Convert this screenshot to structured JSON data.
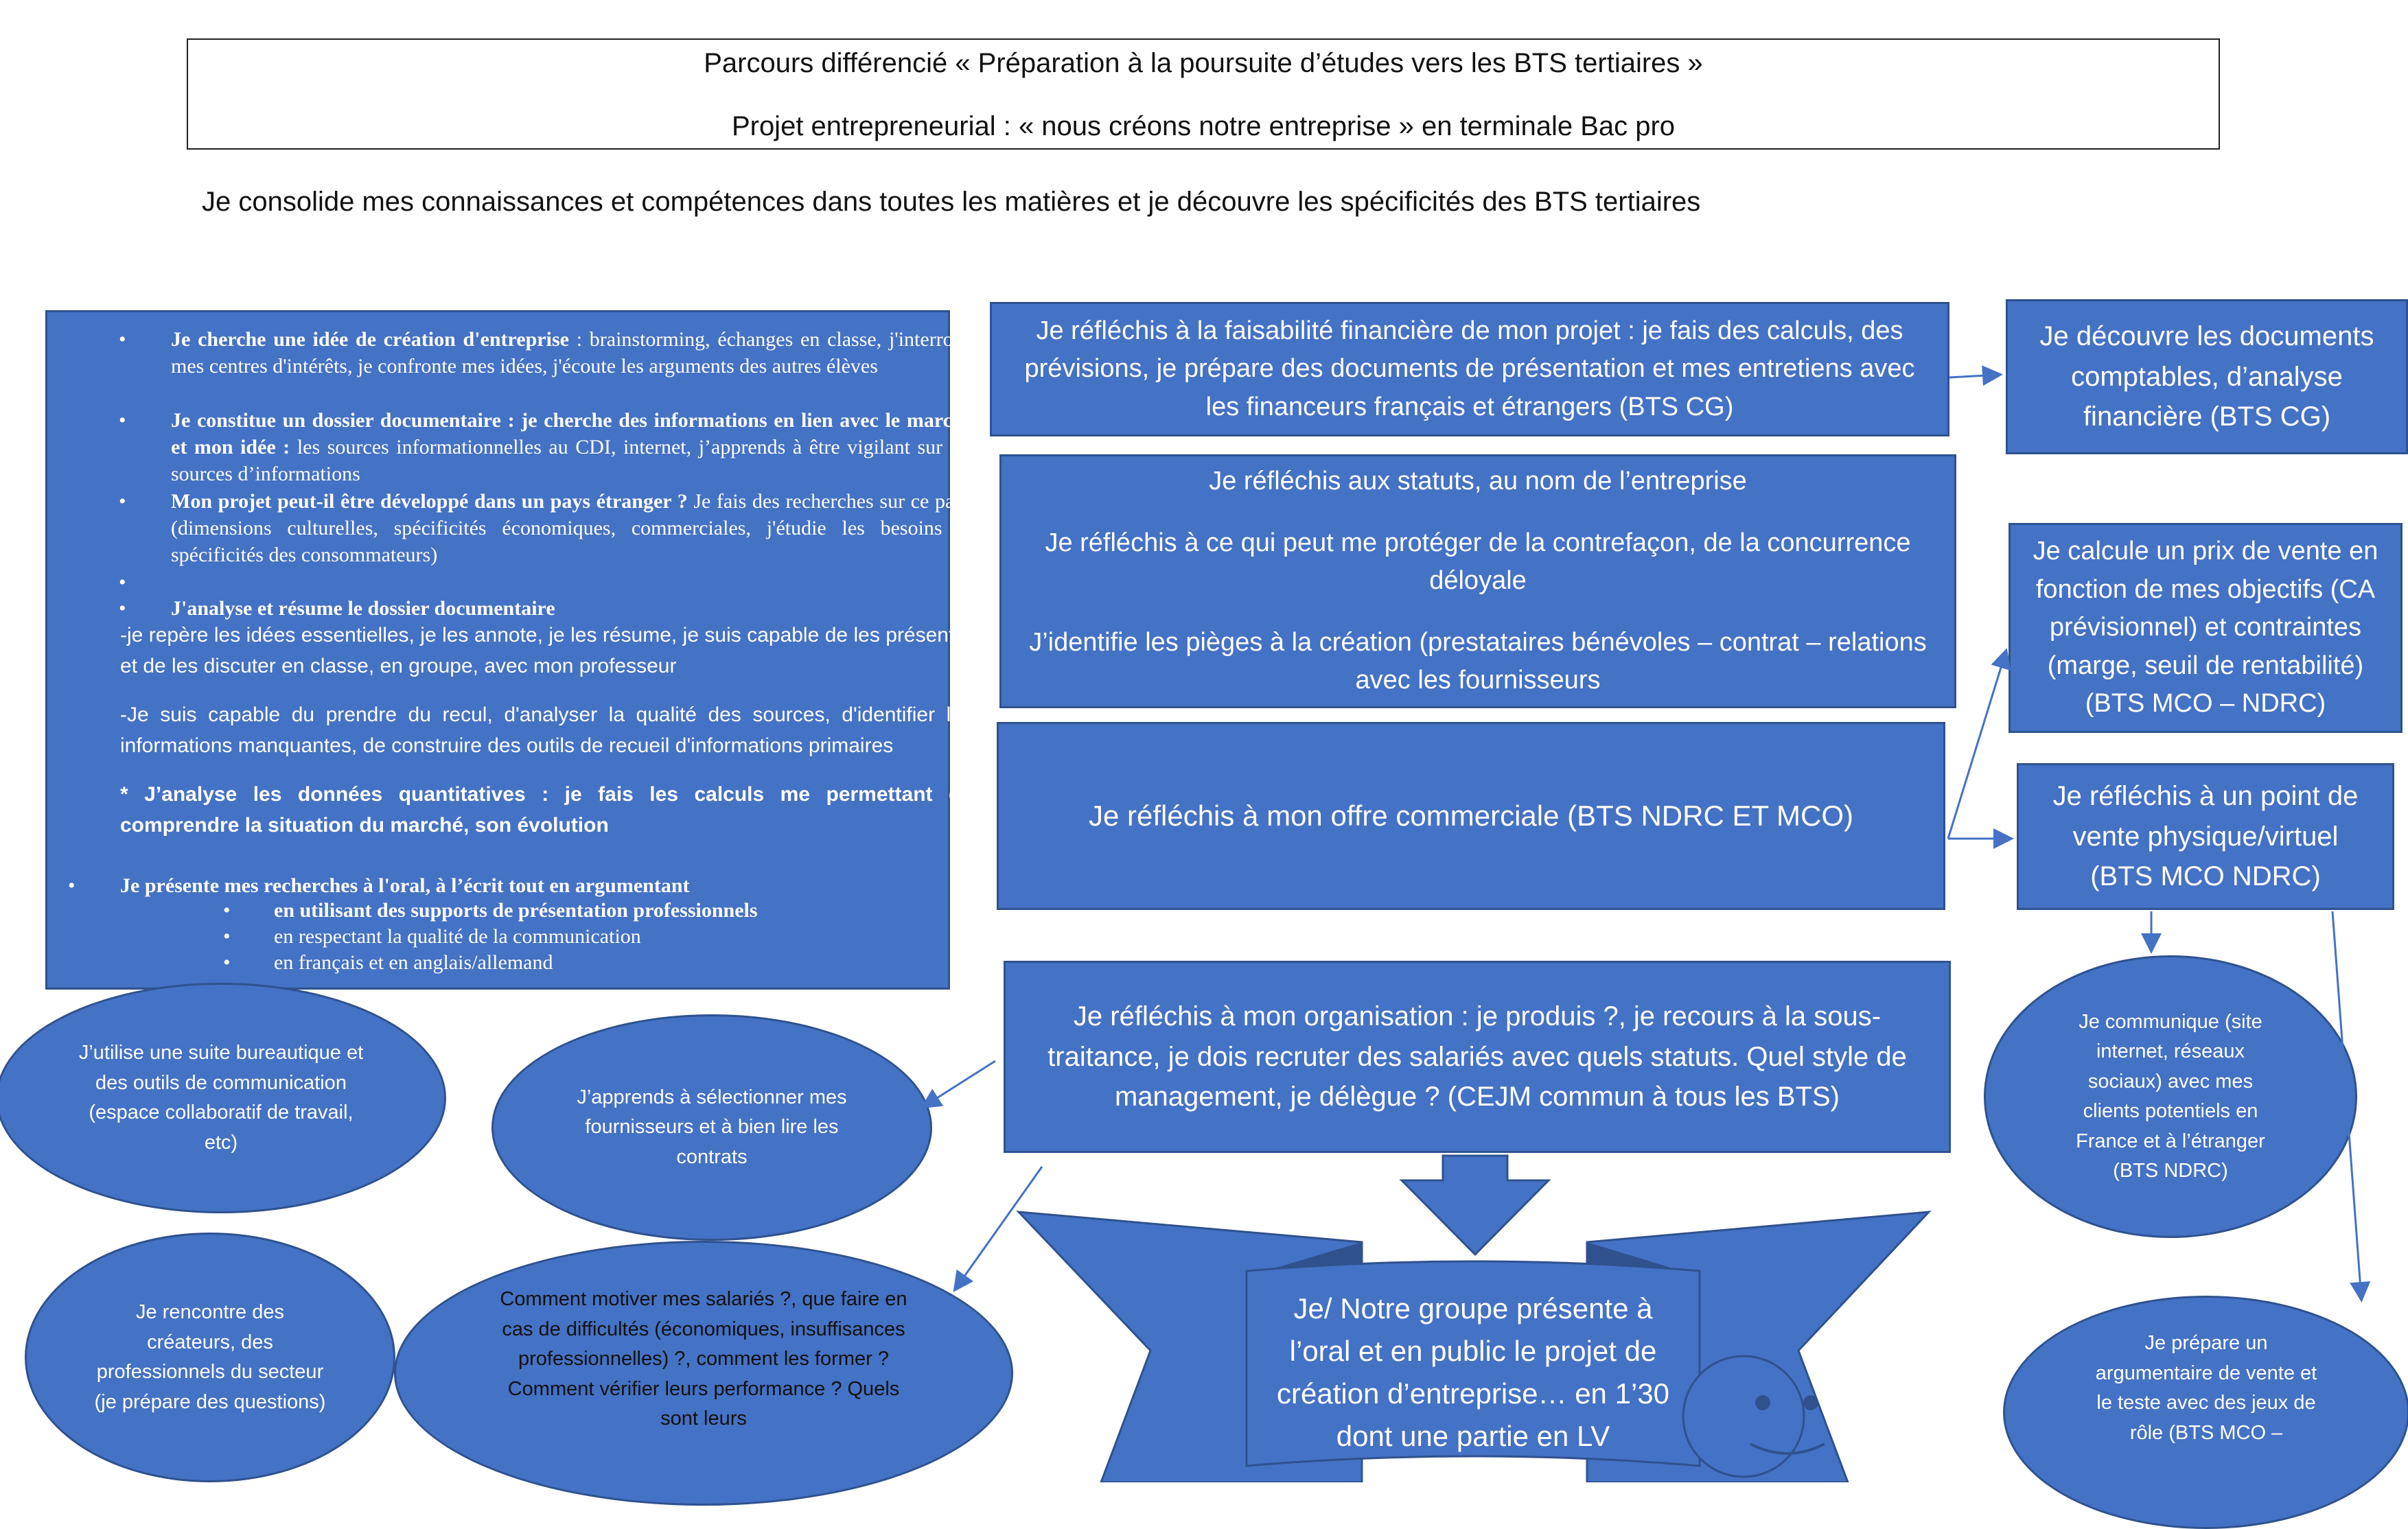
{
  "header": {
    "line1": "Parcours différencié « Préparation à la poursuite d’études vers les BTS tertiaires »",
    "line2": "Projet entrepreneurial : « nous créons notre entreprise » en terminale Bac pro"
  },
  "subtitle": "Je consolide mes connaissances et compétences dans toutes les matières et je découvre les spécificités des BTS tertiaires",
  "research": {
    "item1_bold": "Je cherche une idée de création d'entreprise",
    "item1_text": " : brainstorming, échanges en classe, j'interroge mes centres d'intérêts, je confronte mes idées, j'écoute les arguments des autres élèves",
    "item2_bold": "Je constitue un dossier documentaire : je cherche des informations en lien avec le marché et mon idée :",
    "item2_text": " les sources informationnelles au CDI, internet, j’apprends à être vigilant sur les sources d’informations",
    "item3_bold": "Mon projet peut-il être développé dans un pays étranger ?",
    "item3_text": " Je fais des recherches sur ce pays (dimensions culturelles, spécificités économiques, commerciales, j'étudie les besoins et spécificités des consommateurs)",
    "item5_bold": "J'analyse et résume le dossier documentaire",
    "para1": "-je repère les idées essentielles, je les annote, je les résume, je suis capable de les présenter et de les discuter en classe, en groupe, avec mon professeur",
    "para2": "-Je suis capable du prendre du recul, d'analyser la qualité des sources, d'identifier les informations manquantes, de construire des outils de recueil d'informations primaires",
    "para3": "* J’analyse les données quantitatives : je fais les calculs me permettant de comprendre la situation du marché, son évolution",
    "present": "Je présente mes recherches à l'oral, à l’écrit tout en argumentant",
    "sub1": "en utilisant des supports de présentation professionnels",
    "sub2": "en respectant la qualité de la communication",
    "sub3": "en français et en anglais/allemand",
    "bullet": "•"
  },
  "boxes": {
    "finance": "Je réfléchis à la faisabilité financière de mon projet : je fais des calculs, des prévisions, je prépare des documents de présentation et mes entretiens avec les financeurs français et étrangers (BTS CG)",
    "docs": "Je découvre les documents comptables, d’analyse financière (BTS CG)",
    "statuts1": "Je réfléchis aux statuts, au nom de l’entreprise",
    "statuts2": "Je réfléchis à ce qui peut me protéger de la contrefaçon, de la concurrence déloyale",
    "statuts3": "J’identifie les pièges à la création (prestataires bénévoles – contrat – relations avec les fournisseurs",
    "prix": "Je calcule un prix de vente en fonction de mes objectifs (CA prévisionnel) et contraintes (marge, seuil de rentabilité) (BTS MCO – NDRC)",
    "offre": "Je réfléchis à mon offre commerciale (BTS NDRC ET MCO)",
    "point": "Je réfléchis à un point de vente physique/virtuel (BTS MCO NDRC)",
    "orga": "Je réfléchis à mon organisation : je produis ?, je recours à la sous-traitance, je dois recruter des salariés avec quels statuts. Quel style de management, je délègue ? (CEJM commun à tous les BTS)"
  },
  "ellipses": {
    "suite": "J’utilise une suite bureautique et des outils de communication (espace collaboratif de travail, etc)",
    "fournisseurs": "J’apprends à sélectionner mes fournisseurs et à  bien lire les contrats",
    "rencontre": "Je rencontre des créateurs, des professionnels du secteur (je prépare des questions)",
    "motiver": "Comment motiver mes salariés ?, que faire en cas de difficultés (économiques, insuffisances professionnelles) ?, comment les former ?  Comment vérifier leurs performance ? Quels sont leurs",
    "communique": "Je communique (site internet, réseaux sociaux) avec mes clients potentiels en France et à l’étranger (BTS NDRC)",
    "argumentaire": "Je prépare un argumentaire de vente et le teste avec des jeux de rôle (BTS MCO –"
  },
  "banner": "Je/ Notre groupe présente à l’oral et en public le projet de création d’entreprise… en 1’30 dont une partie en LV",
  "colors": {
    "fill": "#4472c4",
    "border": "#2f528f",
    "dark": "#2f528f"
  }
}
